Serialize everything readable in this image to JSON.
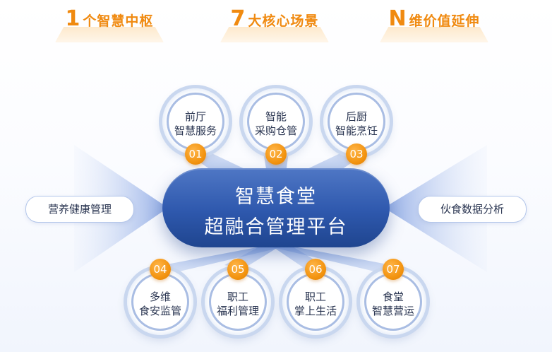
{
  "header": {
    "slogans": [
      {
        "num": "1",
        "text": "个智慧中枢"
      },
      {
        "num": "7",
        "text": "大核心场景"
      },
      {
        "num": "N",
        "text": "维价值延伸"
      }
    ]
  },
  "center": {
    "line1": "智慧食堂",
    "line2": "超融合管理平台"
  },
  "side": {
    "left": "营养健康管理",
    "right": "伙食数据分析"
  },
  "nodes": [
    {
      "num": "01",
      "line1": "前厅",
      "line2": "智慧服务"
    },
    {
      "num": "02",
      "line1": "智能",
      "line2": "采购仓管"
    },
    {
      "num": "03",
      "line1": "后厨",
      "line2": "智能烹饪"
    },
    {
      "num": "04",
      "line1": "多维",
      "line2": "食安监管"
    },
    {
      "num": "05",
      "line1": "职工",
      "line2": "福利管理"
    },
    {
      "num": "06",
      "line1": "职工",
      "line2": "掌上生活"
    },
    {
      "num": "07",
      "line1": "食堂",
      "line2": "智慧营运"
    }
  ],
  "colors": {
    "accent": "#f08a10",
    "primary": "#2e58ad",
    "beam": "#9fb7e6"
  }
}
